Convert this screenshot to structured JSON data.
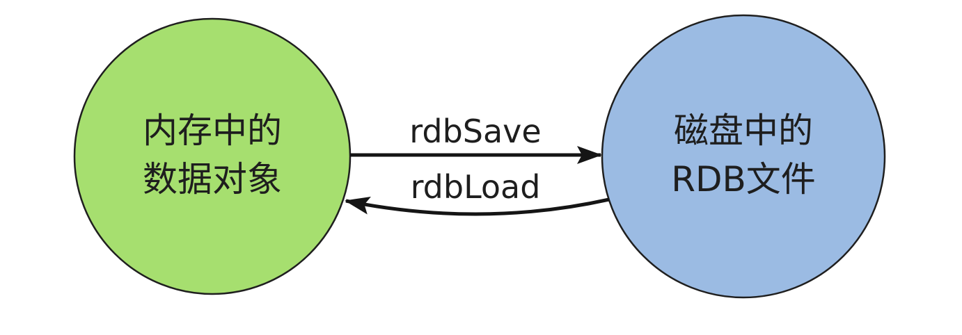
{
  "nodes": [
    {
      "id": "memory",
      "lines": [
        "内存中的",
        "数据对象"
      ],
      "fill": "#a6df6f",
      "stroke": "#1f1f1f"
    },
    {
      "id": "disk",
      "lines": [
        "磁盘中的",
        "RDB文件"
      ],
      "fill": "#9bbbe3",
      "stroke": "#1f1f1f"
    }
  ],
  "edges": [
    {
      "from": "memory",
      "to": "disk",
      "label": "rdbSave",
      "color": "#151515"
    },
    {
      "from": "disk",
      "to": "memory",
      "label": "rdbLoad",
      "color": "#151515"
    }
  ]
}
